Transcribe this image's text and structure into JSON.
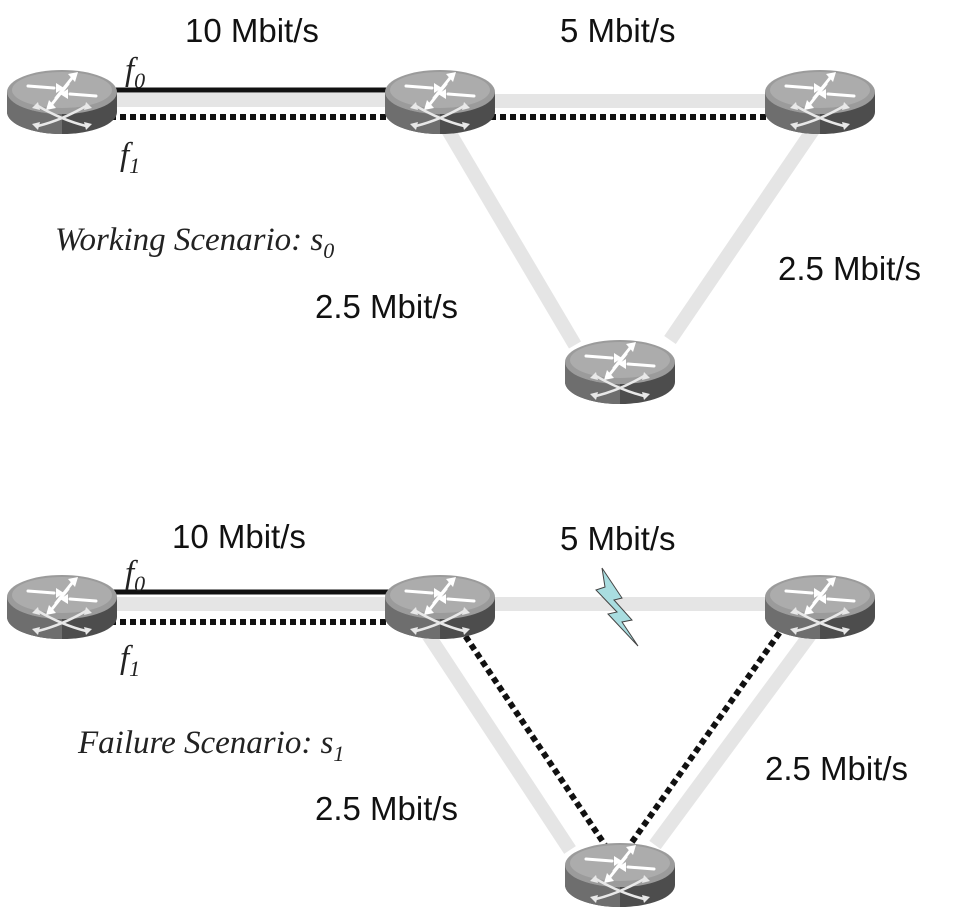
{
  "colors": {
    "link": "#e5e5e5",
    "flow": "#111111",
    "router_top": "#9a9a9a",
    "router_side": "#4a4a4a",
    "lightning": "#a9dde0"
  },
  "icons": {
    "router": "router-icon",
    "failure": "lightning-bolt-icon"
  },
  "scenarios": [
    {
      "caption": "Working Scenario: s",
      "caption_sub": "0",
      "flow_f0_name": "f",
      "flow_f0_sub": "0",
      "flow_f1_name": "f",
      "flow_f1_sub": "1",
      "link_a_b": "10 Mbit/s",
      "link_b_c": "5 Mbit/s",
      "link_c_d": "2.5 Mbit/s",
      "link_b_d": "2.5 Mbit/s",
      "failed_link": ""
    },
    {
      "caption": "Failure Scenario: s",
      "caption_sub": "1",
      "flow_f0_name": "f",
      "flow_f0_sub": "0",
      "flow_f1_name": "f",
      "flow_f1_sub": "1",
      "link_a_b": "10 Mbit/s",
      "link_b_c": "5 Mbit/s",
      "link_c_d": "2.5 Mbit/s",
      "link_b_d": "2.5 Mbit/s",
      "failed_link": "b-c"
    }
  ]
}
